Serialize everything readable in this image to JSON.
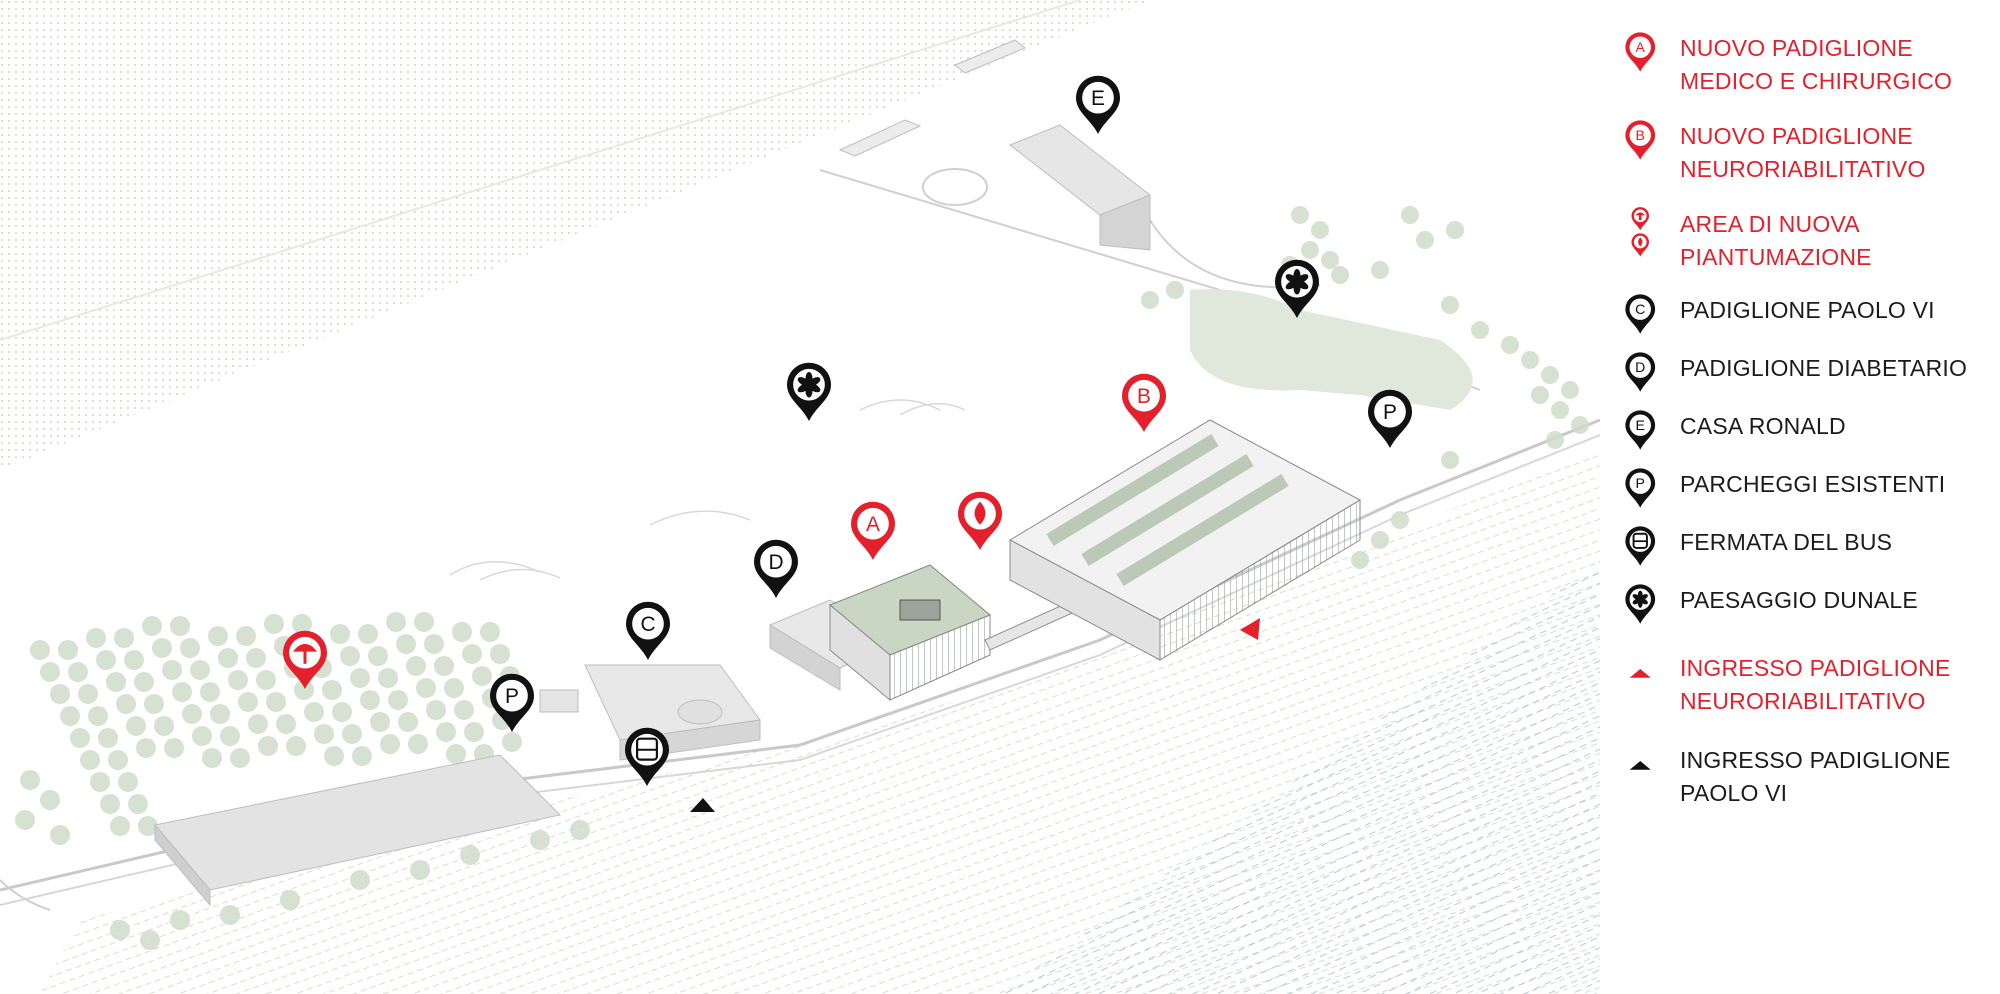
{
  "colors": {
    "accent_red": "#e3202c",
    "marker_black": "#111111",
    "vegetation": "#cfdcc9",
    "building": "#d9d9d9",
    "green_roof": "#c8d5c2"
  },
  "map_markers": [
    {
      "id": "A",
      "label": "A",
      "style": "red"
    },
    {
      "id": "B",
      "label": "B",
      "style": "red"
    },
    {
      "id": "C",
      "label": "C",
      "style": "black"
    },
    {
      "id": "D",
      "label": "D",
      "style": "black"
    },
    {
      "id": "E",
      "label": "E",
      "style": "black"
    },
    {
      "id": "P1",
      "label": "P",
      "style": "black"
    },
    {
      "id": "P2",
      "label": "P",
      "style": "black"
    },
    {
      "id": "bus",
      "icon": "bus-icon",
      "style": "black"
    },
    {
      "id": "dune1",
      "icon": "dune-flower-icon",
      "style": "black"
    },
    {
      "id": "dune2",
      "icon": "dune-flower-icon",
      "style": "black"
    },
    {
      "id": "tree",
      "icon": "tree-icon",
      "style": "red"
    },
    {
      "id": "leaf",
      "icon": "leaf-icon",
      "style": "red"
    }
  ],
  "legend": {
    "items": [
      {
        "key": "A",
        "icon": "pin-a-icon",
        "style": "red",
        "lines": [
          "NUOVO PADIGLIONE",
          "MEDICO E CHIRURGICO"
        ]
      },
      {
        "key": "B",
        "icon": "pin-b-icon",
        "style": "red",
        "lines": [
          "NUOVO PADIGLIONE",
          "NEURORIABILITATIVO"
        ]
      },
      {
        "key": "planting",
        "icon": "tree-leaf-icons",
        "style": "red",
        "lines": [
          "AREA DI NUOVA",
          "PIANTUMAZIONE"
        ]
      },
      {
        "key": "C",
        "icon": "pin-c-icon",
        "style": "black",
        "lines": [
          "PADIGLIONE PAOLO VI"
        ]
      },
      {
        "key": "D",
        "icon": "pin-d-icon",
        "style": "black",
        "lines": [
          "PADIGLIONE DIABETARIO"
        ]
      },
      {
        "key": "E",
        "icon": "pin-e-icon",
        "style": "black",
        "lines": [
          "CASA RONALD"
        ]
      },
      {
        "key": "P",
        "icon": "pin-p-icon",
        "style": "black",
        "lines": [
          "PARCHEGGI ESISTENTI"
        ]
      },
      {
        "key": "bus",
        "icon": "bus-icon",
        "style": "black",
        "lines": [
          "FERMATA DEL BUS"
        ]
      },
      {
        "key": "dune",
        "icon": "dune-flower-icon",
        "style": "black",
        "lines": [
          "PAESAGGIO DUNALE"
        ]
      },
      {
        "key": "entrance-neuro",
        "icon": "red-triangle-icon",
        "style": "red",
        "lines": [
          "INGRESSO PADIGLIONE",
          "NEURORIABILITATIVO"
        ]
      },
      {
        "key": "entrance-paolo",
        "icon": "black-triangle-icon",
        "style": "black",
        "lines": [
          "INGRESSO PADIGLIONE",
          "PAOLO VI"
        ]
      }
    ]
  }
}
